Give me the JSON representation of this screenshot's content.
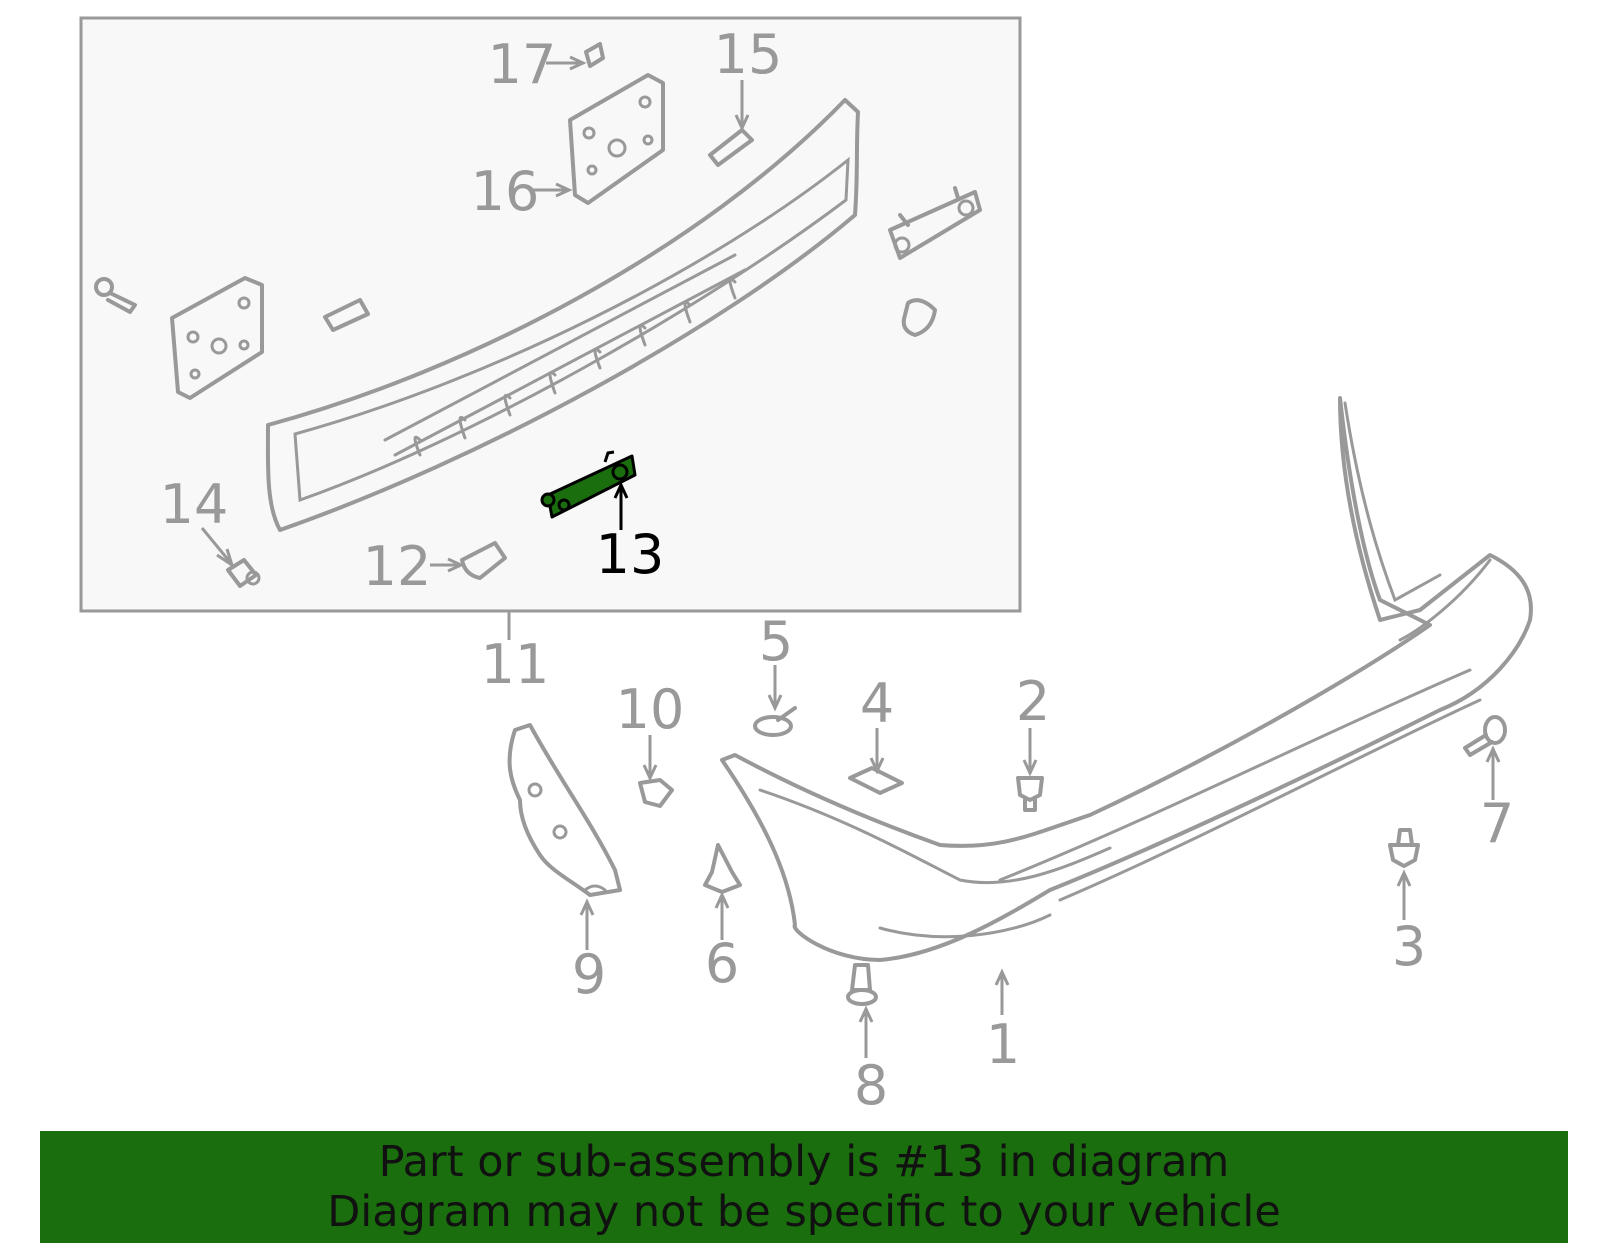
{
  "callouts": {
    "c1": "1",
    "c2": "2",
    "c3": "3",
    "c4": "4",
    "c5": "5",
    "c6": "6",
    "c7": "7",
    "c8": "8",
    "c9": "9",
    "c10": "10",
    "c11": "11",
    "c12": "12",
    "c13": "13",
    "c14": "14",
    "c15": "15",
    "c16": "16",
    "c17": "17"
  },
  "highlight": {
    "callout": "13",
    "color": "#1a6e0e"
  },
  "colors": {
    "line": "#999999",
    "box_fill": "#f8f8f8",
    "banner": "#1a6e0e"
  },
  "banner": {
    "line1": "Part or sub-assembly is #13 in diagram",
    "line2": "Diagram may not be specific to your vehicle"
  }
}
